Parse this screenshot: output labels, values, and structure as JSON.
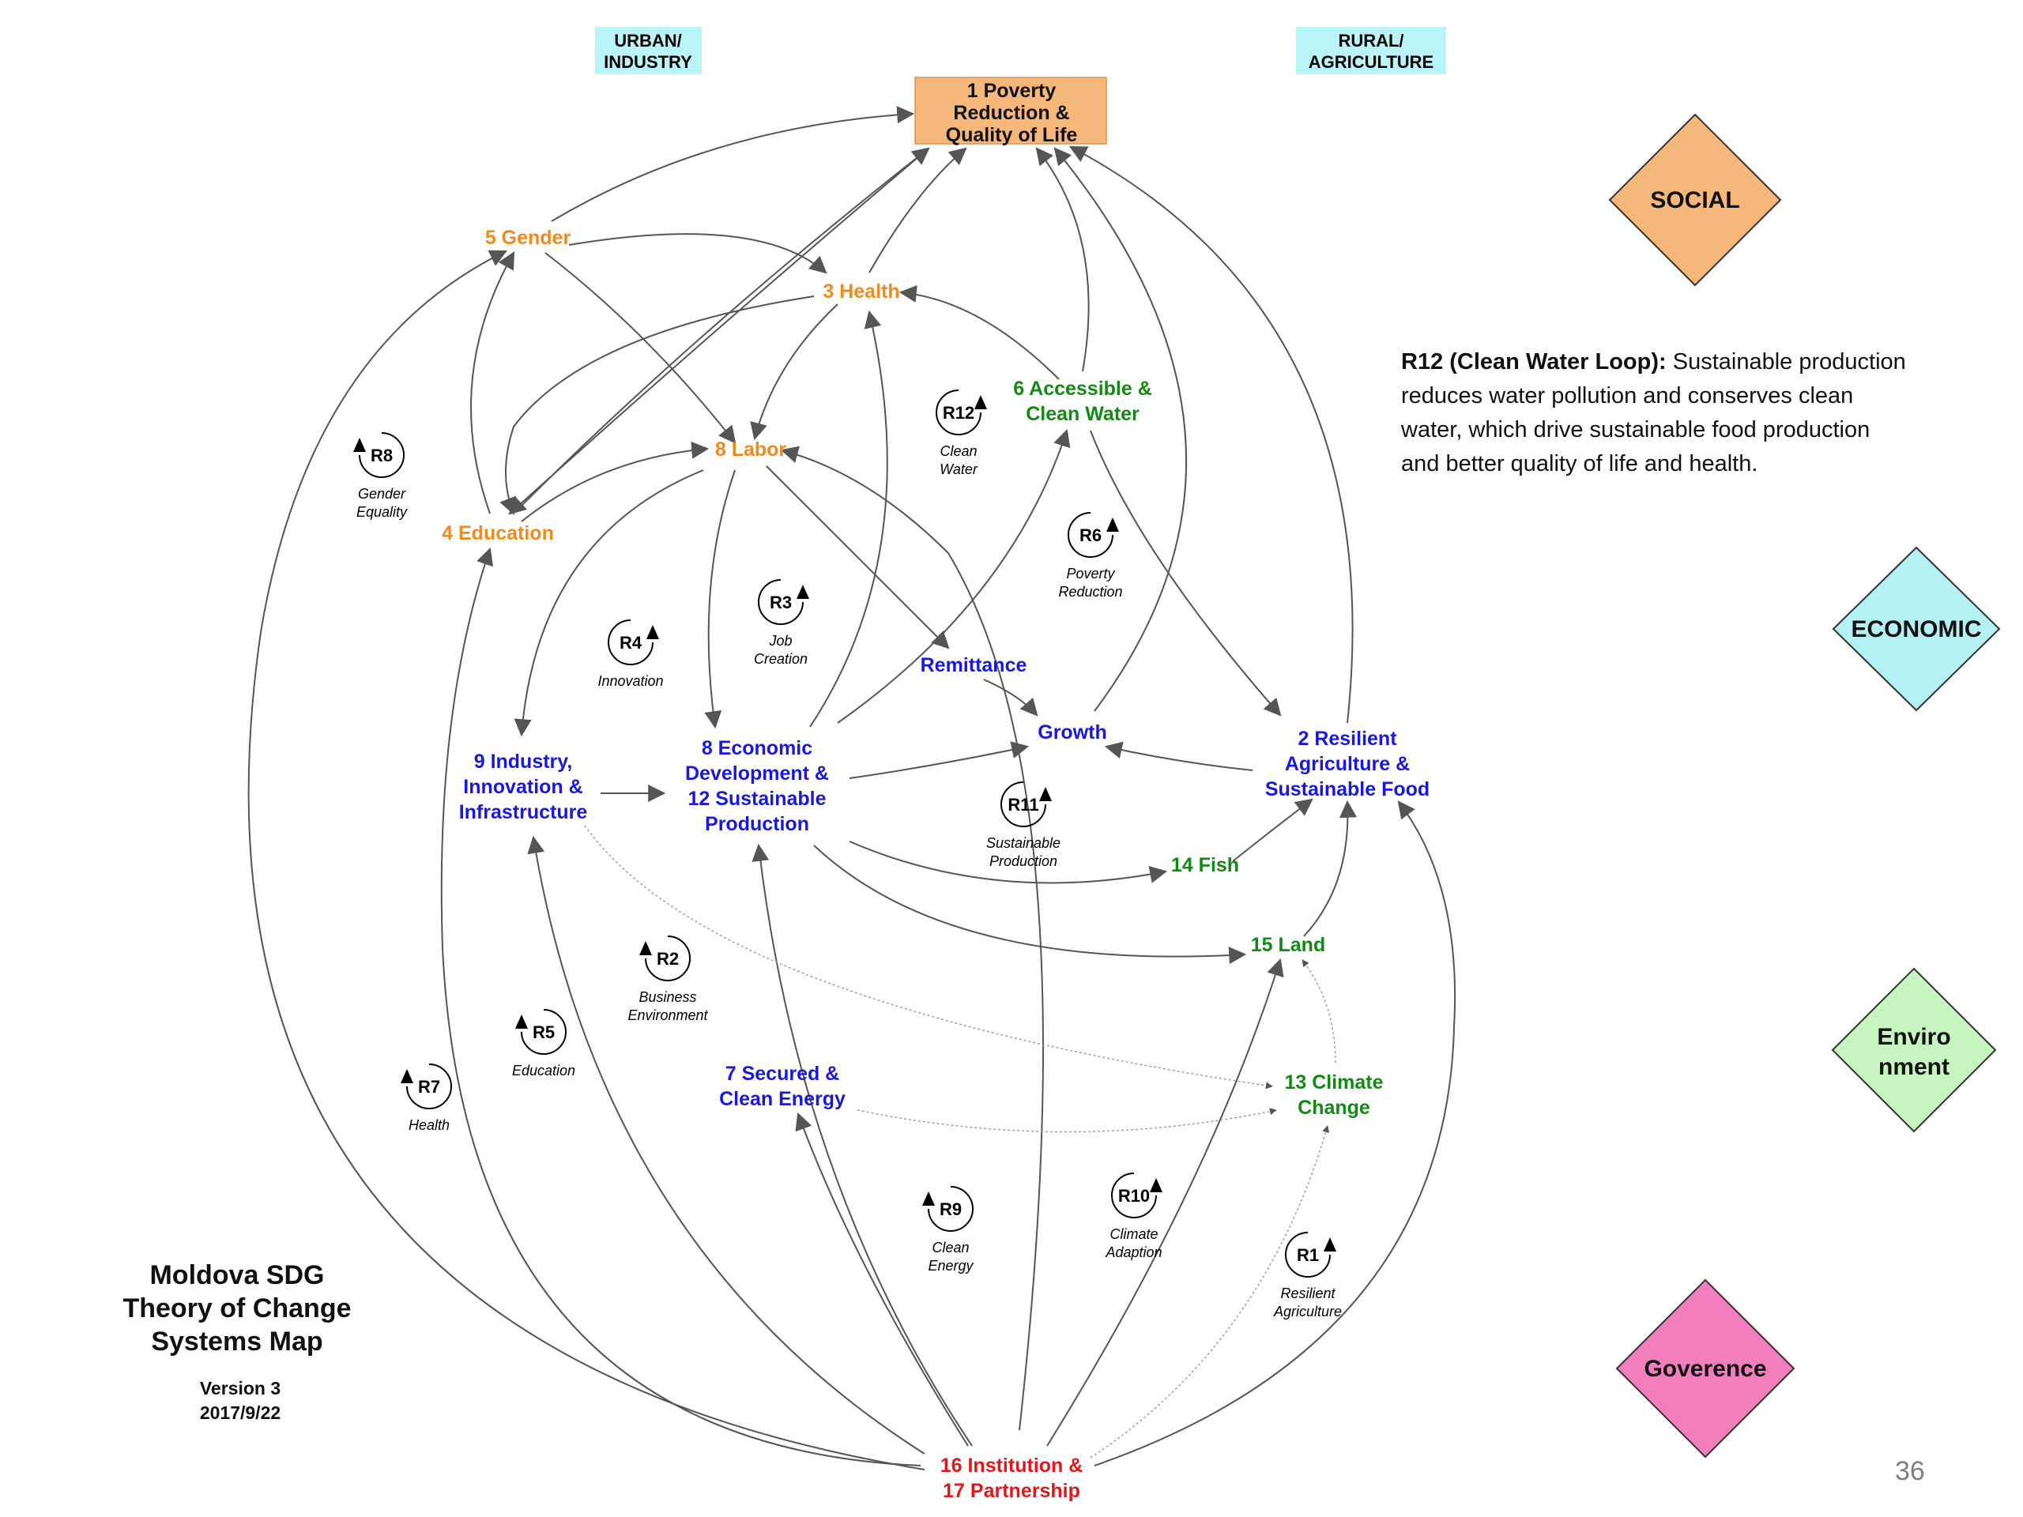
{
  "colors": {
    "social": "#f6b77a",
    "economic": "#b3f1f5",
    "environment": "#c6f5c0",
    "governance": "#f27ebe",
    "orange_text": "#f08a1c",
    "blue_text": "#1818e0",
    "green_text": "#138a13",
    "red_text": "#e01818",
    "header_bg": "#b8f4f8"
  },
  "headers": {
    "urban_line1": "URBAN/",
    "urban_line2": "INDUSTRY",
    "rural_line1": "RURAL/",
    "rural_line2": "AGRICULTURE"
  },
  "nodes": {
    "poverty": [
      "1 Poverty",
      "Reduction &",
      "Quality of Life"
    ],
    "gender": "5 Gender",
    "health": "3 Health",
    "water": [
      "6 Accessible &",
      "Clean Water"
    ],
    "labor": "8 Labor",
    "education": "4 Education",
    "remittance": "Remittance",
    "growth": "Growth",
    "agriculture": [
      "2 Resilient",
      "Agriculture &",
      "Sustainable Food"
    ],
    "industry": [
      "9 Industry,",
      "Innovation &",
      "Infrastructure"
    ],
    "economic_dev": [
      "8 Economic",
      "Development &",
      "12 Sustainable",
      "Production"
    ],
    "fish": "14 Fish",
    "land": "15 Land",
    "energy": [
      "7 Secured &",
      "Clean Energy"
    ],
    "climate": [
      "13 Climate",
      "Change"
    ],
    "institution": [
      "16 Institution &",
      "17 Partnership"
    ]
  },
  "loops": [
    {
      "id": "R8",
      "caption": [
        "Gender",
        "Equality"
      ]
    },
    {
      "id": "R12",
      "caption": [
        "Clean",
        "Water"
      ]
    },
    {
      "id": "R6",
      "caption": [
        "Poverty",
        "Reduction"
      ]
    },
    {
      "id": "R3",
      "caption": [
        "Job",
        "Creation"
      ]
    },
    {
      "id": "R4",
      "caption": [
        "Innovation"
      ]
    },
    {
      "id": "R11",
      "caption": [
        "Sustainable",
        "Production"
      ]
    },
    {
      "id": "R2",
      "caption": [
        "Business",
        "Environment"
      ]
    },
    {
      "id": "R5",
      "caption": [
        "Education"
      ]
    },
    {
      "id": "R7",
      "caption": [
        "Health"
      ]
    },
    {
      "id": "R9",
      "caption": [
        "Clean",
        "Energy"
      ]
    },
    {
      "id": "R10",
      "caption": [
        "Climate",
        "Adaption"
      ]
    },
    {
      "id": "R1",
      "caption": [
        "Resilient",
        "Agriculture"
      ]
    }
  ],
  "title": {
    "line1": "Moldova SDG",
    "line2": "Theory of Change",
    "line3": "Systems Map",
    "version": "Version 3",
    "date": "2017/9/22"
  },
  "description": {
    "bold": "R12 (Clean Water Loop):",
    "lines": [
      " Sustainable production",
      "reduces water pollution and conserves clean",
      "water, which drive sustainable food production",
      "and better quality of life and health."
    ]
  },
  "legend": {
    "social": "SOCIAL",
    "economic": "ECONOMIC",
    "environment": [
      "Enviro",
      "nment"
    ],
    "governance": "Goverence"
  },
  "page_number": "36"
}
